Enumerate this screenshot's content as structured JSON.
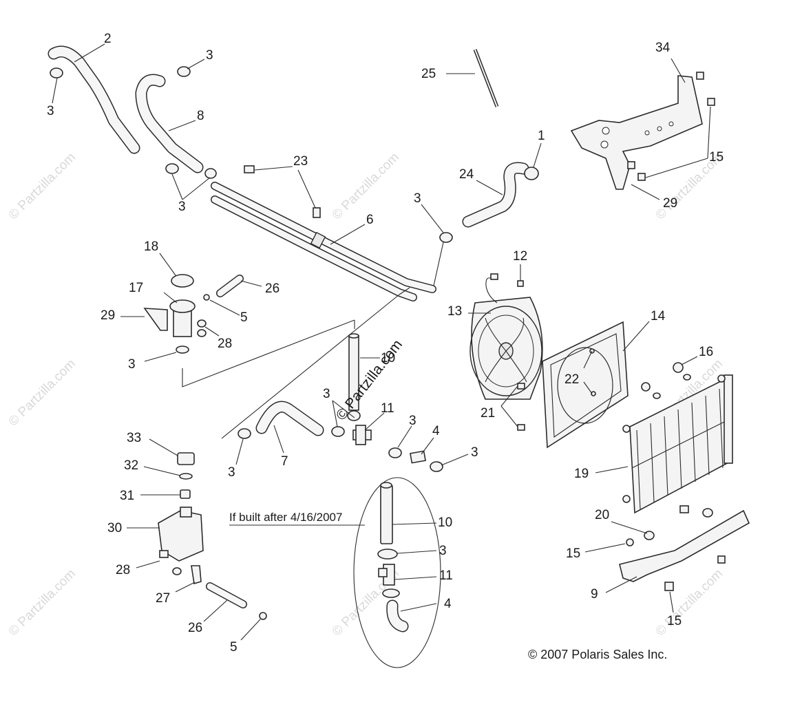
{
  "diagram": {
    "callouts": [
      "2",
      "3",
      "3",
      "3",
      "8",
      "3",
      "23",
      "25",
      "1",
      "24",
      "34",
      "15",
      "29",
      "3",
      "6",
      "18",
      "17",
      "26",
      "29",
      "5",
      "28",
      "3",
      "12",
      "13",
      "14",
      "16",
      "10",
      "22",
      "3",
      "11",
      "21",
      "3",
      "4",
      "3",
      "7",
      "3",
      "33",
      "32",
      "31",
      "30",
      "28",
      "27",
      "26",
      "5",
      "10",
      "3",
      "11",
      "4",
      "19",
      "20",
      "15",
      "9",
      "15"
    ],
    "note": "If built after 4/16/2007",
    "copyright": "© 2007 Polaris Sales Inc.",
    "diagonal_watermark": "© Partzilla.com",
    "faded_watermark": "© Partzilla.com"
  }
}
